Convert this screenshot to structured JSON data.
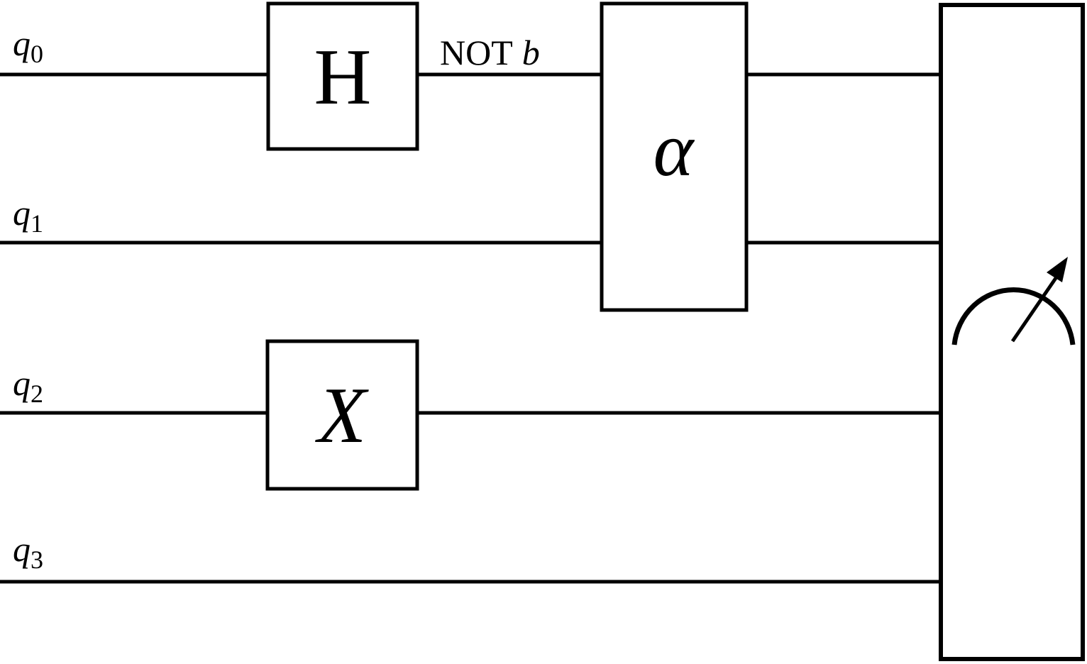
{
  "colors": {
    "background": "#ffffff",
    "ink": "#000000"
  },
  "circuit": {
    "qubit_labels": [
      {
        "base": "q",
        "sub": "0"
      },
      {
        "base": "q",
        "sub": "1"
      },
      {
        "base": "q",
        "sub": "2"
      },
      {
        "base": "q",
        "sub": "3"
      }
    ],
    "gates": {
      "hadamard_label": "H",
      "alpha_label": "α",
      "x_label": "X"
    },
    "annotation": {
      "name": "NOT",
      "operand": "b"
    },
    "measurement_icon": "meter-gauge-icon"
  }
}
